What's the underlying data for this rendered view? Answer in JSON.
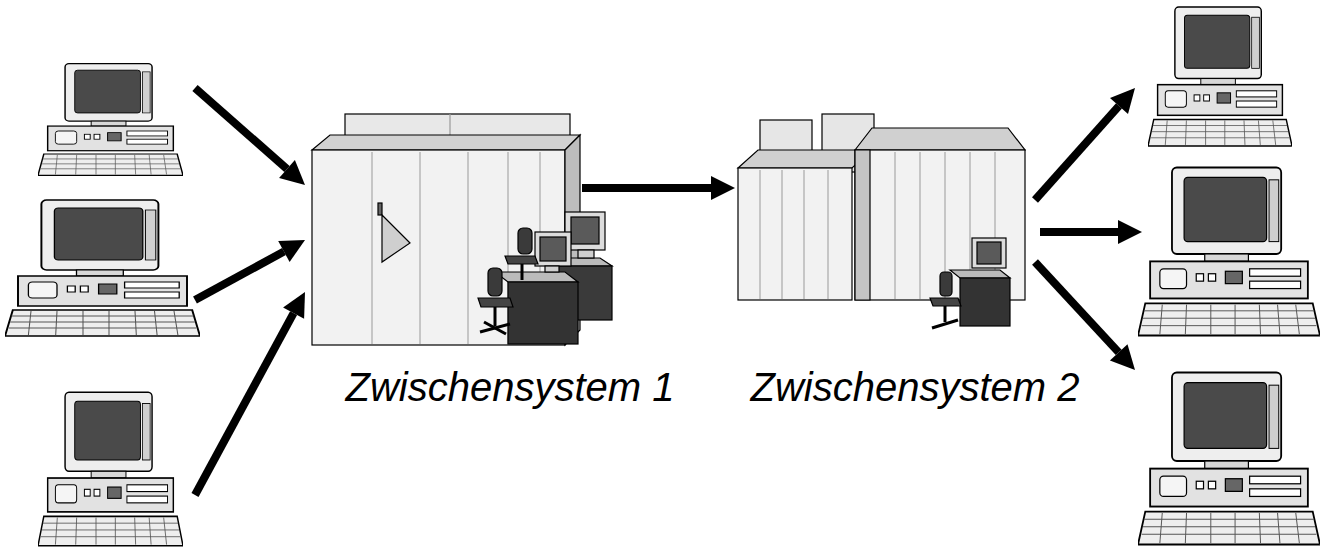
{
  "diagram": {
    "nodes": [
      {
        "text": [
          "Zwischensystem 1"
        ]
      },
      {
        "text": [
          "Zwischensystem 2"
        ]
      }
    ],
    "edges": [
      {
        "from": 0,
        "to": 1,
        "arrow": "to"
      }
    ]
  }
}
